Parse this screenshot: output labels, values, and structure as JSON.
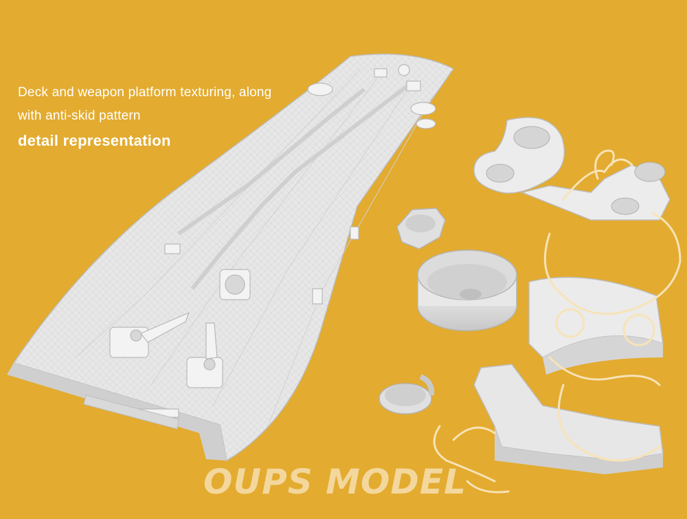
{
  "caption": {
    "line1": "Deck and weapon platform texturing, along",
    "line2": "with anti-skid pattern",
    "headline": "detail representation"
  },
  "logo": {
    "text": "OUPS MODEL"
  },
  "colors": {
    "background": "#e3ab2f",
    "part": "#e9e9e9",
    "part_shadow": "#c9c9c9",
    "logo": "#f3d79c"
  },
  "icons": {
    "mascot": "cartoon-mascot-outline",
    "parts": [
      "deck-plate",
      "gun-tub",
      "platform",
      "round-tub",
      "bracket"
    ]
  }
}
